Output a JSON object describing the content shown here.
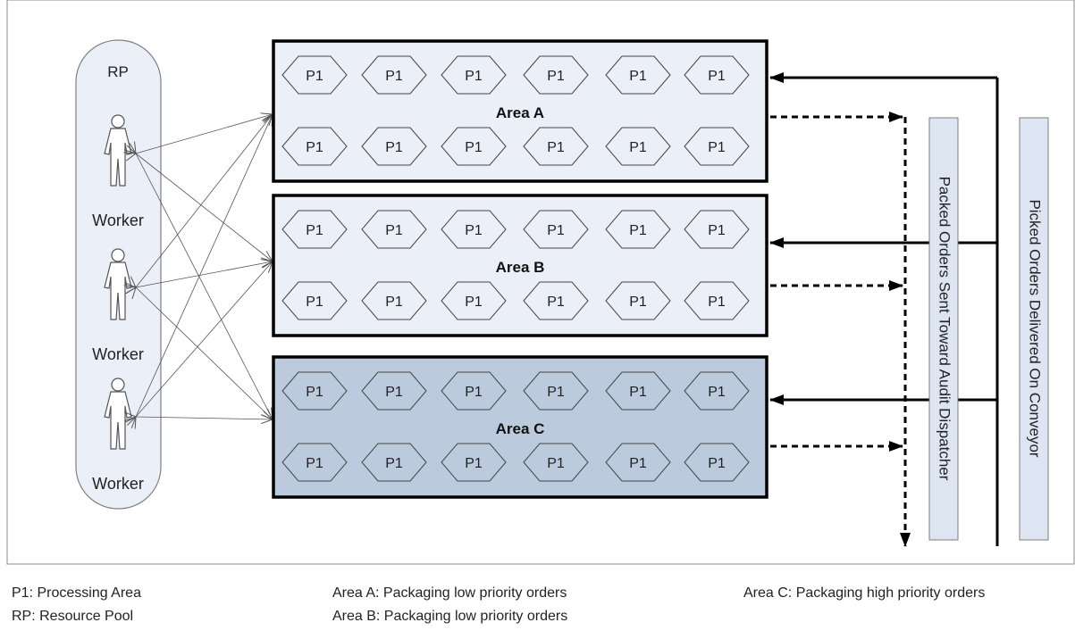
{
  "resource_pool": {
    "label": "RP",
    "workers": [
      {
        "label": "Worker"
      },
      {
        "label": "Worker"
      },
      {
        "label": "Worker"
      }
    ]
  },
  "areas": [
    {
      "label": "Area A",
      "fill": "#eaeff8",
      "processing_label": "P1"
    },
    {
      "label": "Area B",
      "fill": "#eaeff8",
      "processing_label": "P1"
    },
    {
      "label": "Area C",
      "fill": "#bccadd",
      "processing_label": "P1"
    }
  ],
  "flows": {
    "audit_label": "Packed Orders Sent Toward Audit Dispatcher",
    "conveyor_label": "Picked Orders Delivered On Conveyor"
  },
  "legend": {
    "p1": "P1: Processing Area",
    "rp": "RP: Resource Pool",
    "area_a": "Area A: Packaging low priority orders",
    "area_b": "Area B: Packaging low priority orders",
    "area_c": "Area C: Packaging high priority orders"
  },
  "colors": {
    "pool_fill": "#eaeff8",
    "pool_stroke": "#7f7f7f",
    "label_box_fill": "#dde5f2"
  }
}
